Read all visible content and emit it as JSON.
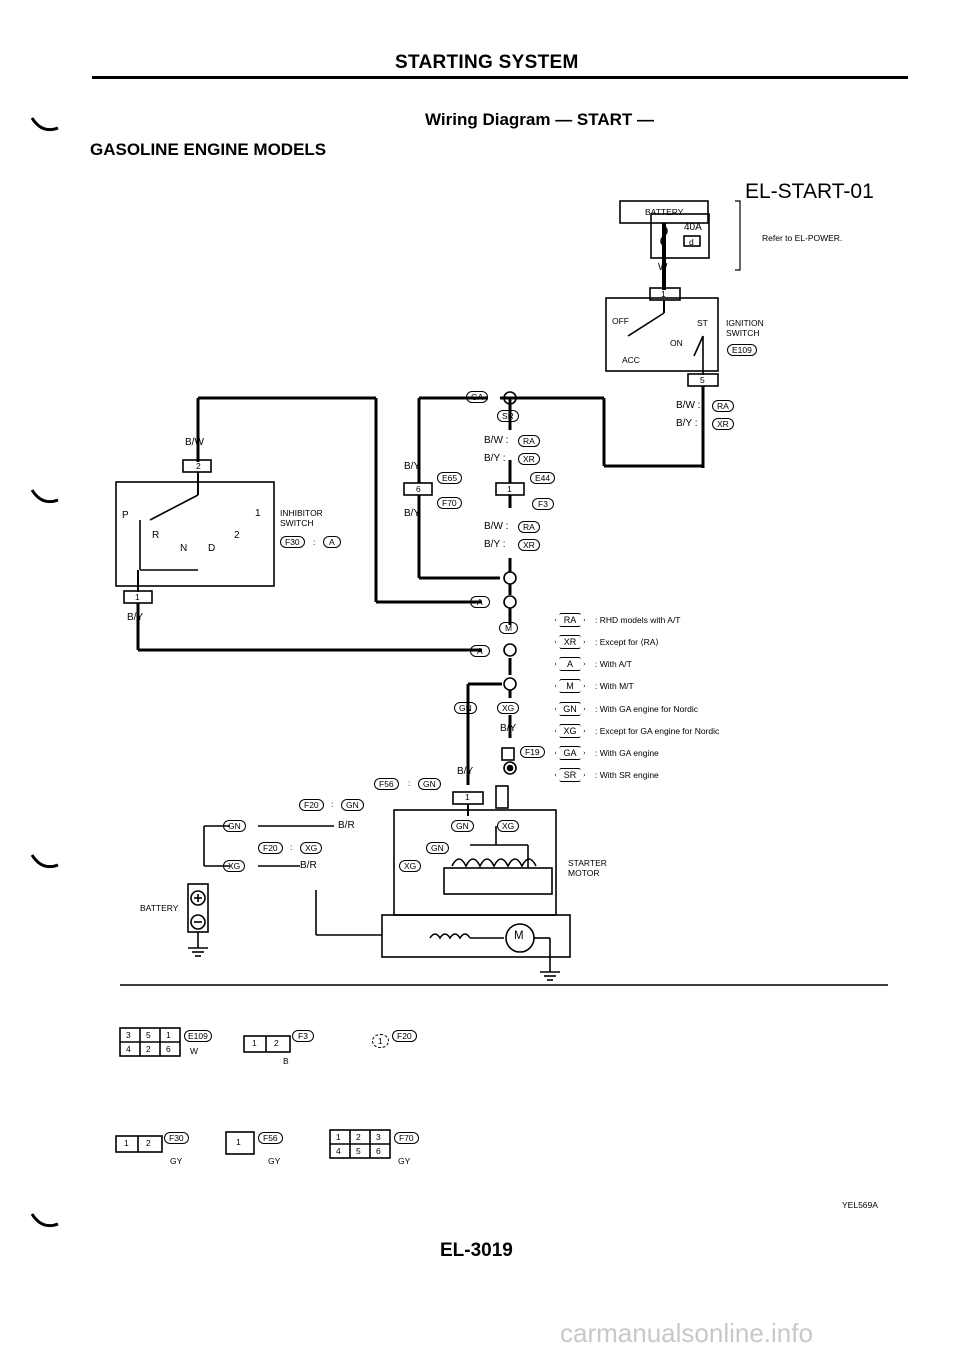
{
  "header": {
    "title": "STARTING SYSTEM",
    "subtitle": "Wiring Diagram — START —",
    "section": "GASOLINE ENGINE MODELS",
    "diagram_id": "EL-START-01",
    "refer": "Refer to EL-POWER."
  },
  "power": {
    "battery_label": "BATTERY",
    "fuse_amp": "40A",
    "fuse_id": "d",
    "wire_color": "W"
  },
  "ignition_switch": {
    "label_line1": "IGNITION",
    "label_line2": "SWITCH",
    "connector": "E109",
    "pos_off": "OFF",
    "pos_st": "ST",
    "pos_on": "ON",
    "pos_acc": "ACC",
    "pin_in": "1",
    "pin_out": "5",
    "out_bw": "B/W :",
    "out_by": "B/Y :",
    "out_bw_code": "RA",
    "out_by_code": "XR"
  },
  "inhibitor_switch": {
    "label_line1": "INHIBITOR",
    "label_line2": "SWITCH",
    "connector": "F30",
    "connector_suffix": ":",
    "code": "A",
    "pin_top": "2",
    "pin_bottom": "1",
    "wire_top": "B/W",
    "wire_bottom": "B/Y",
    "pos_p": "P",
    "pos_r": "R",
    "pos_n": "N",
    "pos_d": "D",
    "pos_2": "2",
    "pos_1": "1"
  },
  "center": {
    "ga": "GA",
    "sr": "SR",
    "bw_ra_1": "B/W :",
    "by_xr_1": "B/Y :",
    "ra": "RA",
    "xr": "XR",
    "e44": "E44",
    "f3": "F3",
    "pin_1": "1",
    "bw_ra_2": "B/W :",
    "by_xr_2": "B/Y :",
    "e65": "E65",
    "f70": "F70",
    "pin_6": "6",
    "by_top": "B/Y",
    "by_bottom": "B/Y",
    "a": "A",
    "m": "M",
    "gn": "GN",
    "xg": "XG",
    "by_mid": "B/Y",
    "f19": "F19",
    "by_low": "B/Y",
    "f56": "F56",
    "f56_colon": ":",
    "f20_a": "F20",
    "f20_b": "F20",
    "colon": ":",
    "br_1": "B/R",
    "br_2": "B/R",
    "pin_s1": "1"
  },
  "starter": {
    "label_line1": "STARTER",
    "label_line2": "MOTOR",
    "battery_label": "BATTERY",
    "motor": "M"
  },
  "legend": [
    {
      "code": "RA",
      "text": ": RHD models with A/T"
    },
    {
      "code": "XR",
      "text": ": Except for ⟨RA⟩"
    },
    {
      "code": "A",
      "text": ": With A/T"
    },
    {
      "code": "M",
      "text": ": With M/T"
    },
    {
      "code": "GN",
      "text": ": With GA engine for Nordic"
    },
    {
      "code": "XG",
      "text": ": Except for GA engine for Nordic"
    },
    {
      "code": "GA",
      "text": ": With GA engine"
    },
    {
      "code": "SR",
      "text": ": With SR engine"
    }
  ],
  "connectors": [
    {
      "id": "E109",
      "color": "W",
      "pins_top": [
        "3",
        "5",
        "1"
      ],
      "pins_bottom": [
        "4",
        "2",
        "6"
      ]
    },
    {
      "id": "F3",
      "color": "B",
      "pins": [
        "1",
        "2"
      ]
    },
    {
      "id": "F20",
      "color": "",
      "pins": [
        "1"
      ]
    },
    {
      "id": "F30",
      "color": "GY",
      "pins": [
        "1",
        "2"
      ]
    },
    {
      "id": "F56",
      "color": "GY",
      "pins": [
        "1"
      ]
    },
    {
      "id": "F70",
      "color": "GY",
      "pins_top": [
        "1",
        "2",
        "3"
      ],
      "pins_bottom": [
        "4",
        "5",
        "6"
      ]
    }
  ],
  "footer": {
    "page": "EL-3019",
    "code": "YEL569A",
    "watermark": "carmanualsonline.info"
  }
}
